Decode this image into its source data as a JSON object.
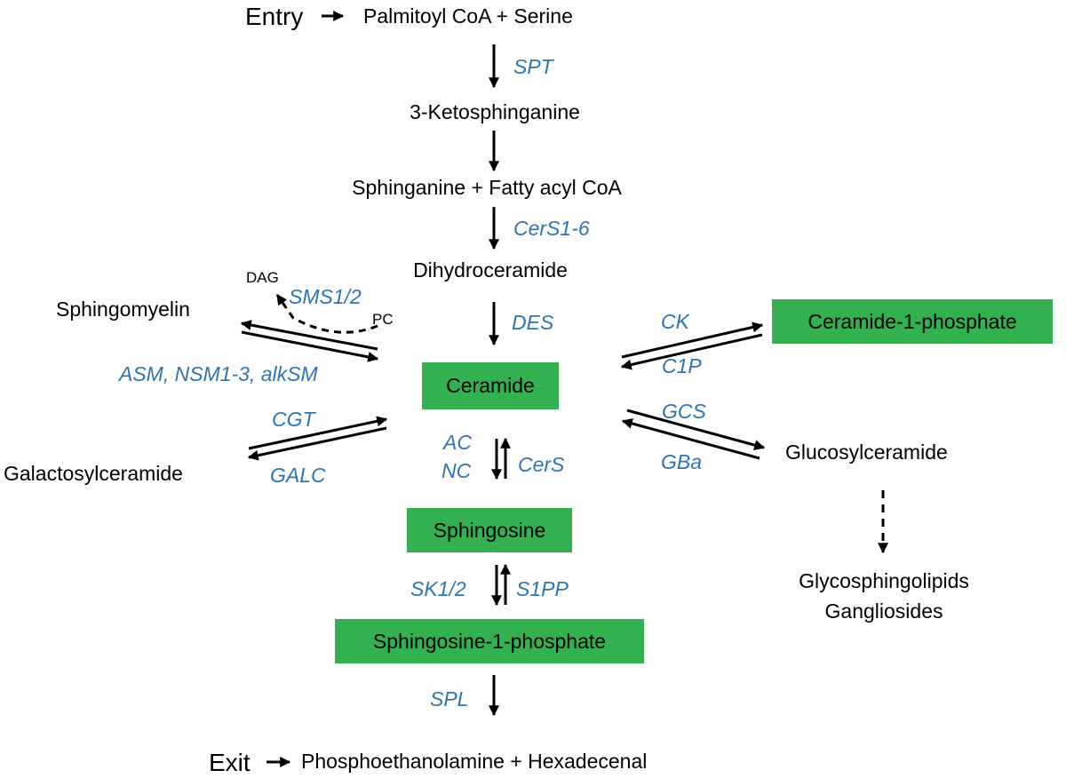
{
  "labels": {
    "entry": "Entry",
    "exit": "Exit",
    "palmitoyl_serine": "Palmitoyl CoA + Serine",
    "ketosphinganine": "3-Ketosphinganine",
    "sphinganine_fatty": "Sphinganine + Fatty acyl CoA",
    "dihydroceramide": "Dihydroceramide",
    "sphingomyelin": "Sphingomyelin",
    "galactosylceramide": "Galactosylceramide",
    "glucosylceramide": "Glucosylceramide",
    "glycosphingolipids": "Glycosphingolipids",
    "gangliosides": "Gangliosides",
    "dag": "DAG",
    "pc": "PC",
    "phospho_hexadecenal": "Phosphoethanolamine + Hexadecenal"
  },
  "boxes": {
    "ceramide": "Ceramide",
    "sphingosine": "Sphingosine",
    "s1p": "Sphingosine-1-phosphate",
    "c1p": "Ceramide-1-phosphate"
  },
  "enzymes": {
    "spt": "SPT",
    "cers16": "CerS1-6",
    "des": "DES",
    "sms": "SMS1/2",
    "asm": "ASM, NSM1-3, alkSM",
    "cgt": "CGT",
    "galc": "GALC",
    "ck": "CK",
    "c1p": "C1P",
    "gcs": "GCS",
    "gba": "GBa",
    "ac": "AC",
    "nc": "NC",
    "cers": "CerS",
    "sk": "SK1/2",
    "s1pp": "S1PP",
    "spl": "SPL"
  },
  "colors": {
    "box_fill": "#33b04f",
    "enzyme_text": "#2e75b6",
    "arrow": "#000000"
  }
}
